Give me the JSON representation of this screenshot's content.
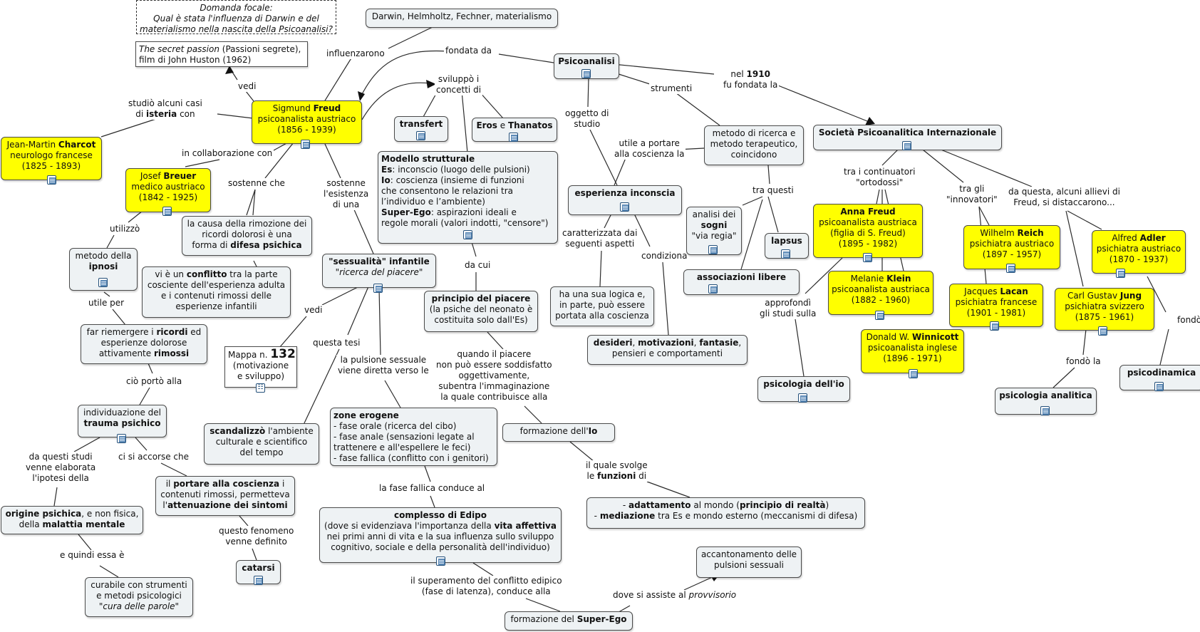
{
  "nodes": {
    "domanda": [
      [
        {
          "t": "Domanda focale:"
        }
      ],
      [
        {
          "t": "Qual è stata l'influenza di Darwin e del"
        }
      ],
      [
        {
          "t": "materialismo nella nascita della Psicoanalisi?"
        }
      ]
    ],
    "darwin": [
      [
        {
          "t": "Darwin, Helmholtz, Fechner, materialismo"
        }
      ]
    ],
    "secret_passion": [
      [
        {
          "t": "The secret passion",
          "i": true
        },
        {
          "t": "  (Passioni segrete),"
        }
      ],
      [
        {
          "t": "film di John Huston (1962)"
        }
      ]
    ],
    "psicoanalisi": [
      [
        {
          "t": "Psicoanalisi",
          "b": true
        }
      ]
    ],
    "freud": [
      [
        {
          "t": "Sigmund "
        },
        {
          "t": "Freud",
          "b": true
        }
      ],
      [
        {
          "t": "psicoanalista austriaco"
        }
      ],
      [
        {
          "t": "(1856 - 1939)"
        }
      ]
    ],
    "charcot": [
      [
        {
          "t": "Jean-Martin "
        },
        {
          "t": "Charcot",
          "b": true
        }
      ],
      [
        {
          "t": "neurologo francese"
        }
      ],
      [
        {
          "t": "(1825 - 1893)"
        }
      ]
    ],
    "transfert": [
      [
        {
          "t": "transfert",
          "b": true
        }
      ]
    ],
    "eros": [
      [
        {
          "t": "Eros",
          "b": true
        },
        {
          "t": " e "
        },
        {
          "t": "Thanatos",
          "b": true
        }
      ]
    ],
    "metodo_ricerca": [
      [
        {
          "t": "metodo di ricerca e"
        }
      ],
      [
        {
          "t": "metodo terapeutico,"
        }
      ],
      [
        {
          "t": "coincidono"
        }
      ]
    ],
    "societa": [
      [
        {
          "t": "Società Psicoanalitica Internazionale",
          "b": true
        }
      ]
    ],
    "breuer": [
      [
        {
          "t": "Josef "
        },
        {
          "t": "Breuer",
          "b": true
        }
      ],
      [
        {
          "t": "medico austriaco"
        }
      ],
      [
        {
          "t": "(1842 - 1925)"
        }
      ]
    ],
    "modello": [
      [
        {
          "t": "Modello strutturale",
          "b": true
        }
      ],
      [
        {
          "t": "Es",
          "b": true
        },
        {
          "t": ": inconscio (luogo delle pulsioni)"
        }
      ],
      [
        {
          "t": "Io",
          "b": true
        },
        {
          "t": ": coscienza (insieme di funzioni"
        }
      ],
      [
        {
          "t": "che consentono le relazioni tra"
        }
      ],
      [
        {
          "t": "l’individuo e l’ambiente)"
        }
      ],
      [
        {
          "t": "Super-Ego",
          "b": true
        },
        {
          "t": ": aspirazioni ideali e"
        }
      ],
      [
        {
          "t": "regole morali (valori indotti, \"censore\")"
        }
      ]
    ],
    "esperienza": [
      [
        {
          "t": "esperienza inconscia",
          "b": true
        }
      ]
    ],
    "causa": [
      [
        {
          "t": "la causa della rimozione dei"
        }
      ],
      [
        {
          "t": "ricordi dolorosi è una"
        }
      ],
      [
        {
          "t": "forma di "
        },
        {
          "t": "difesa psichica",
          "b": true
        }
      ]
    ],
    "analisi_sogni": [
      [
        {
          "t": "analisi dei"
        }
      ],
      [
        {
          "t": "sogni",
          "b": true
        }
      ],
      [
        {
          "t": "\"via regia\""
        }
      ]
    ],
    "lapsus": [
      [
        {
          "t": "lapsus",
          "b": true
        }
      ]
    ],
    "anna": [
      [
        {
          "t": "Anna Freud",
          "b": true
        }
      ],
      [
        {
          "t": "psicoanalista austriaca"
        }
      ],
      [
        {
          "t": "(figlia di S. Freud)"
        }
      ],
      [
        {
          "t": "(1895 - 1982)"
        }
      ]
    ],
    "reich": [
      [
        {
          "t": "Wilhelm "
        },
        {
          "t": "Reich",
          "b": true
        }
      ],
      [
        {
          "t": "psichiatra austriaco"
        }
      ],
      [
        {
          "t": "(1897 - 1957)"
        }
      ]
    ],
    "adler": [
      [
        {
          "t": "Alfred "
        },
        {
          "t": "Adler",
          "b": true
        }
      ],
      [
        {
          "t": "psichiatra austriaco"
        }
      ],
      [
        {
          "t": "(1870 - 1937)"
        }
      ]
    ],
    "ipnosi": [
      [
        {
          "t": "metodo della"
        }
      ],
      [
        {
          "t": "ipnosi",
          "b": true
        }
      ]
    ],
    "sessualita": [
      [
        {
          "t": "\"sessualità\" infantile",
          "b": true
        }
      ],
      [
        {
          "t": "\"ricerca del piacere\"",
          "i": true
        }
      ]
    ],
    "associazioni": [
      [
        {
          "t": "associazioni libere",
          "b": true
        }
      ]
    ],
    "conflitto": [
      [
        {
          "t": "vi è un "
        },
        {
          "t": "conflitto",
          "b": true
        },
        {
          "t": " tra la parte"
        }
      ],
      [
        {
          "t": "cosciente dell'esperienza adulta"
        }
      ],
      [
        {
          "t": "e i contenuti rimossi delle"
        }
      ],
      [
        {
          "t": "esperienze infantili"
        }
      ]
    ],
    "klein": [
      [
        {
          "t": "Melanie "
        },
        {
          "t": "Klein",
          "b": true
        }
      ],
      [
        {
          "t": "psicoanalista austriaca"
        }
      ],
      [
        {
          "t": "(1882 - 1960)"
        }
      ]
    ],
    "lacan": [
      [
        {
          "t": "Jacques "
        },
        {
          "t": "Lacan",
          "b": true
        }
      ],
      [
        {
          "t": "psichiatra francese"
        }
      ],
      [
        {
          "t": "(1901 - 1981)"
        }
      ]
    ],
    "jung": [
      [
        {
          "t": "Carl Gustav "
        },
        {
          "t": "Jung",
          "b": true
        }
      ],
      [
        {
          "t": "psichiatra svizzero"
        }
      ],
      [
        {
          "t": "(1875 - 1961)"
        }
      ]
    ],
    "principio_piacere": [
      [
        {
          "t": "principio del piacere",
          "b": true
        }
      ],
      [
        {
          "t": "(la psiche del neonato è"
        }
      ],
      [
        {
          "t": "costituita solo dall'Es)"
        }
      ]
    ],
    "logica": [
      [
        {
          "t": "ha una sua logica e,"
        }
      ],
      [
        {
          "t": "in parte, può essere"
        }
      ],
      [
        {
          "t": "portata alla coscienza"
        }
      ]
    ],
    "far_riemergere": [
      [
        {
          "t": "far riemergere i "
        },
        {
          "t": "ricordi",
          "b": true
        },
        {
          "t": " ed"
        }
      ],
      [
        {
          "t": "esperienze dolorose"
        }
      ],
      [
        {
          "t": "attivamente "
        },
        {
          "t": "rimossi",
          "b": true
        }
      ]
    ],
    "winnicott": [
      [
        {
          "t": "Donald W. "
        },
        {
          "t": "Winnicott",
          "b": true
        }
      ],
      [
        {
          "t": "psicoanalista inglese"
        }
      ],
      [
        {
          "t": "(1896 - 1971)"
        }
      ]
    ],
    "desideri": [
      [
        {
          "t": "desideri",
          "b": true
        },
        {
          "t": ", "
        },
        {
          "t": "motivazioni",
          "b": true
        },
        {
          "t": ", "
        },
        {
          "t": "fantasie",
          "b": true
        },
        {
          "t": ","
        }
      ],
      [
        {
          "t": "pensieri e comportamenti"
        }
      ]
    ],
    "mappa": [
      [
        {
          "t": "Mappa n. "
        },
        {
          "t": "132",
          "big": true
        }
      ],
      [
        {
          "t": "(motivazione"
        }
      ],
      [
        {
          "t": "e sviluppo)"
        }
      ]
    ],
    "psicodinamica": [
      [
        {
          "t": "psicodinamica",
          "b": true
        }
      ]
    ],
    "psicologia_io": [
      [
        {
          "t": "psicologia dell'io",
          "b": true
        }
      ]
    ],
    "psicologia_analitica": [
      [
        {
          "t": "psicologia analitica",
          "b": true
        }
      ]
    ],
    "trauma": [
      [
        {
          "t": "individuazione del"
        }
      ],
      [
        {
          "t": "trauma psichico",
          "b": true
        }
      ]
    ],
    "zone": [
      [
        {
          "t": "zone erogene",
          "b": true
        }
      ],
      [
        {
          "t": "- fase orale (ricerca del cibo)"
        }
      ],
      [
        {
          "t": "- fase anale (sensazioni legate al"
        }
      ],
      [
        {
          "t": "trattenere e all'espellere le feci)"
        }
      ],
      [
        {
          "t": "- fase fallica (conflitto con i genitori)"
        }
      ]
    ],
    "scandalizzo": [
      [
        {
          "t": "scandalizzò",
          "b": true
        },
        {
          "t": " l'ambiente"
        }
      ],
      [
        {
          "t": "culturale e scientifico"
        }
      ],
      [
        {
          "t": "del tempo"
        }
      ]
    ],
    "formazione_io": [
      [
        {
          "t": "formazione dell'"
        },
        {
          "t": "Io",
          "b": true
        }
      ]
    ],
    "portare": [
      [
        {
          "t": "il "
        },
        {
          "t": "portare alla coscienza",
          "b": true
        },
        {
          "t": " i"
        }
      ],
      [
        {
          "t": "contenuti rimossi, permetteva"
        }
      ],
      [
        {
          "t": "l'"
        },
        {
          "t": "attenuazione dei sintomi",
          "b": true
        }
      ]
    ],
    "adattamento": [
      [
        {
          "t": "- "
        },
        {
          "t": "adattamento",
          "b": true
        },
        {
          "t": " al mondo ("
        },
        {
          "t": "principio di realtà",
          "b": true
        },
        {
          "t": ")"
        }
      ],
      [
        {
          "t": "- "
        },
        {
          "t": "mediazione",
          "b": true
        },
        {
          "t": " tra Es e mondo esterno (meccanismi di difesa)"
        }
      ]
    ],
    "origine": [
      [
        {
          "t": "origine psichica",
          "b": true
        },
        {
          "t": ", e non fisica,"
        }
      ],
      [
        {
          "t": "della "
        },
        {
          "t": "malattia mentale",
          "b": true
        }
      ]
    ],
    "edipo": [
      [
        {
          "t": "complesso di Edipo",
          "b": true
        }
      ],
      [
        {
          "t": "(dove si evidenziava l'importanza della "
        },
        {
          "t": "vita affettiva",
          "b": true
        }
      ],
      [
        {
          "t": "nei primi anni di vita e la sua influenza sullo sviluppo"
        }
      ],
      [
        {
          "t": "cognitivo, sociale e della personalità dell'individuo)"
        }
      ]
    ],
    "accantonamento": [
      [
        {
          "t": "accantonamento delle"
        }
      ],
      [
        {
          "t": "pulsioni sessuali"
        }
      ]
    ],
    "catarsi": [
      [
        {
          "t": "catarsi",
          "b": true
        }
      ]
    ],
    "curabile": [
      [
        {
          "t": "curabile con strumenti"
        }
      ],
      [
        {
          "t": "e metodi psicologici"
        }
      ],
      [
        {
          "t": "\"cura delle parole\"",
          "i": true
        }
      ]
    ],
    "super_ego": [
      [
        {
          "t": "formazione del "
        },
        {
          "t": "Super-Ego",
          "b": true
        }
      ]
    ]
  },
  "labels": {
    "influenzarono": [
      [
        {
          "t": "influenzarono"
        }
      ]
    ],
    "fondata_da": [
      [
        {
          "t": "fondata da"
        }
      ]
    ],
    "vedi_film": [
      [
        {
          "t": "vedi"
        }
      ]
    ],
    "studio_casi": [
      [
        {
          "t": "studiò alcuni casi"
        }
      ],
      [
        {
          "t": "di "
        },
        {
          "t": "isteria",
          "b": true
        },
        {
          "t": " con"
        }
      ]
    ],
    "sviluppo_concetti": [
      [
        {
          "t": "sviluppò i"
        }
      ],
      [
        {
          "t": "concetti di"
        }
      ]
    ],
    "nel_1910": [
      [
        {
          "t": "nel "
        },
        {
          "t": "1910",
          "b": true
        }
      ],
      [
        {
          "t": "fu fondata la"
        }
      ]
    ],
    "strumenti": [
      [
        {
          "t": "strumenti"
        }
      ]
    ],
    "oggetto": [
      [
        {
          "t": "oggetto di"
        }
      ],
      [
        {
          "t": "studio"
        }
      ]
    ],
    "utile_portare": [
      [
        {
          "t": "utile a portare"
        }
      ],
      [
        {
          "t": "alla coscienza la"
        }
      ]
    ],
    "collaborazione": [
      [
        {
          "t": "in collaborazione con"
        }
      ]
    ],
    "sostenne_che": [
      [
        {
          "t": "sostenne che"
        }
      ]
    ],
    "sostenne_esistenza": [
      [
        {
          "t": "sostenne"
        }
      ],
      [
        {
          "t": "l'esistenza"
        }
      ],
      [
        {
          "t": "di una"
        }
      ]
    ],
    "continuatori": [
      [
        {
          "t": "tra i continuatori"
        }
      ],
      [
        {
          "t": "\"ortodossi\""
        }
      ]
    ],
    "innovatori": [
      [
        {
          "t": "tra gli"
        }
      ],
      [
        {
          "t": "\"innovatori\""
        }
      ]
    ],
    "distaccarono": [
      [
        {
          "t": "da questa, alcuni allievi di"
        }
      ],
      [
        {
          "t": "Freud, si distaccarono..."
        }
      ]
    ],
    "tra_questi": [
      [
        {
          "t": "tra questi"
        }
      ]
    ],
    "utilizzo": [
      [
        {
          "t": "utilizzò"
        }
      ]
    ],
    "caratterizzata": [
      [
        {
          "t": "caratterizzata dai"
        }
      ],
      [
        {
          "t": "seguenti aspetti"
        }
      ]
    ],
    "condiziona": [
      [
        {
          "t": "condiziona"
        }
      ]
    ],
    "da_cui": [
      [
        {
          "t": "da cui"
        }
      ]
    ],
    "utile_per": [
      [
        {
          "t": "utile per"
        }
      ]
    ],
    "vedi_mappa": [
      [
        {
          "t": "vedi"
        }
      ]
    ],
    "approfondi": [
      [
        {
          "t": "approfondì"
        }
      ],
      [
        {
          "t": "gli studi sulla"
        }
      ]
    ],
    "fondo_la_1": [
      [
        {
          "t": "fondò la"
        }
      ]
    ],
    "fondo_la_2": [
      [
        {
          "t": "fondò la"
        }
      ]
    ],
    "questa_tesi": [
      [
        {
          "t": "questa tesi"
        }
      ]
    ],
    "quando_piacere": [
      [
        {
          "t": "quando il piacere"
        }
      ],
      [
        {
          "t": "non può essere soddisfatto"
        }
      ],
      [
        {
          "t": "oggettivamente,"
        }
      ],
      [
        {
          "t": "subentra l'immaginazione"
        }
      ],
      [
        {
          "t": "la quale contribuisce alla"
        }
      ]
    ],
    "pulsione": [
      [
        {
          "t": "la pulsione sessuale"
        }
      ],
      [
        {
          "t": "viene diretta verso le"
        }
      ]
    ],
    "porto_alla": [
      [
        {
          "t": "ciò portò alla"
        }
      ]
    ],
    "da_questi_studi": [
      [
        {
          "t": "da questi studi"
        }
      ],
      [
        {
          "t": "venne elaborata"
        }
      ],
      [
        {
          "t": "l'ipotesi della"
        }
      ]
    ],
    "si_accorse": [
      [
        {
          "t": "ci si accorse che"
        }
      ]
    ],
    "quale_svolge": [
      [
        {
          "t": "il quale svolge"
        }
      ],
      [
        {
          "t": "le "
        },
        {
          "t": "funzioni",
          "b": true
        },
        {
          "t": " di"
        }
      ]
    ],
    "fallica": [
      [
        {
          "t": "la fase fallica conduce al"
        }
      ]
    ],
    "fenomeno": [
      [
        {
          "t": "questo fenomeno"
        }
      ],
      [
        {
          "t": "venne definito"
        }
      ]
    ],
    "quindi": [
      [
        {
          "t": "e quindi essa è"
        }
      ]
    ],
    "superamento": [
      [
        {
          "t": "il superamento del conflitto edipico"
        }
      ],
      [
        {
          "t": "(fase di latenza), conduce alla"
        }
      ]
    ],
    "provvisorio": [
      [
        {
          "t": "dove si assiste al "
        },
        {
          "t": "provvisorio",
          "i": true
        }
      ]
    ]
  },
  "colors": {
    "person_node": "#ffff00",
    "concept_node": "#eef2f4",
    "link": "#333333"
  }
}
